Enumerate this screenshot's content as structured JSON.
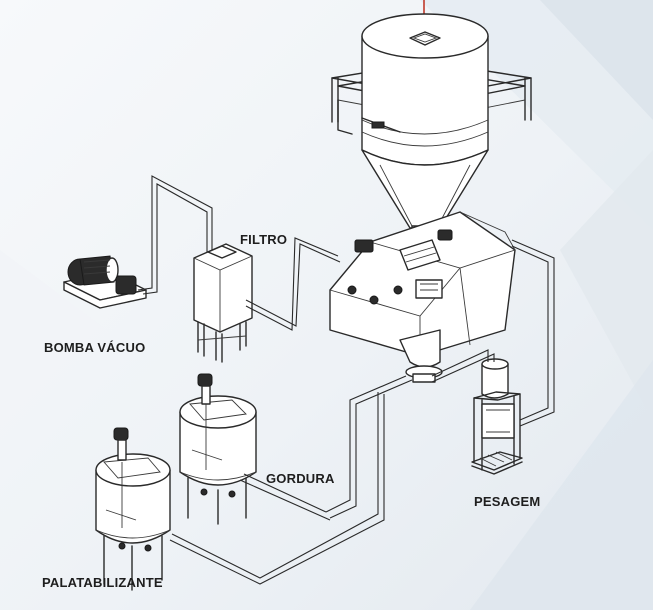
{
  "labels": {
    "filtro": "FILTRO",
    "bomba_vacuo": "BOMBA VÁCUO",
    "gordura": "GORDURA",
    "pesagem": "PESAGEM",
    "palatabilizante": "PALATABILIZANTE"
  },
  "colors": {
    "background": "#eef2f6",
    "stroke": "#2a2a2a",
    "stripe": "#d9e1e9",
    "arrow": "#c0392b"
  }
}
